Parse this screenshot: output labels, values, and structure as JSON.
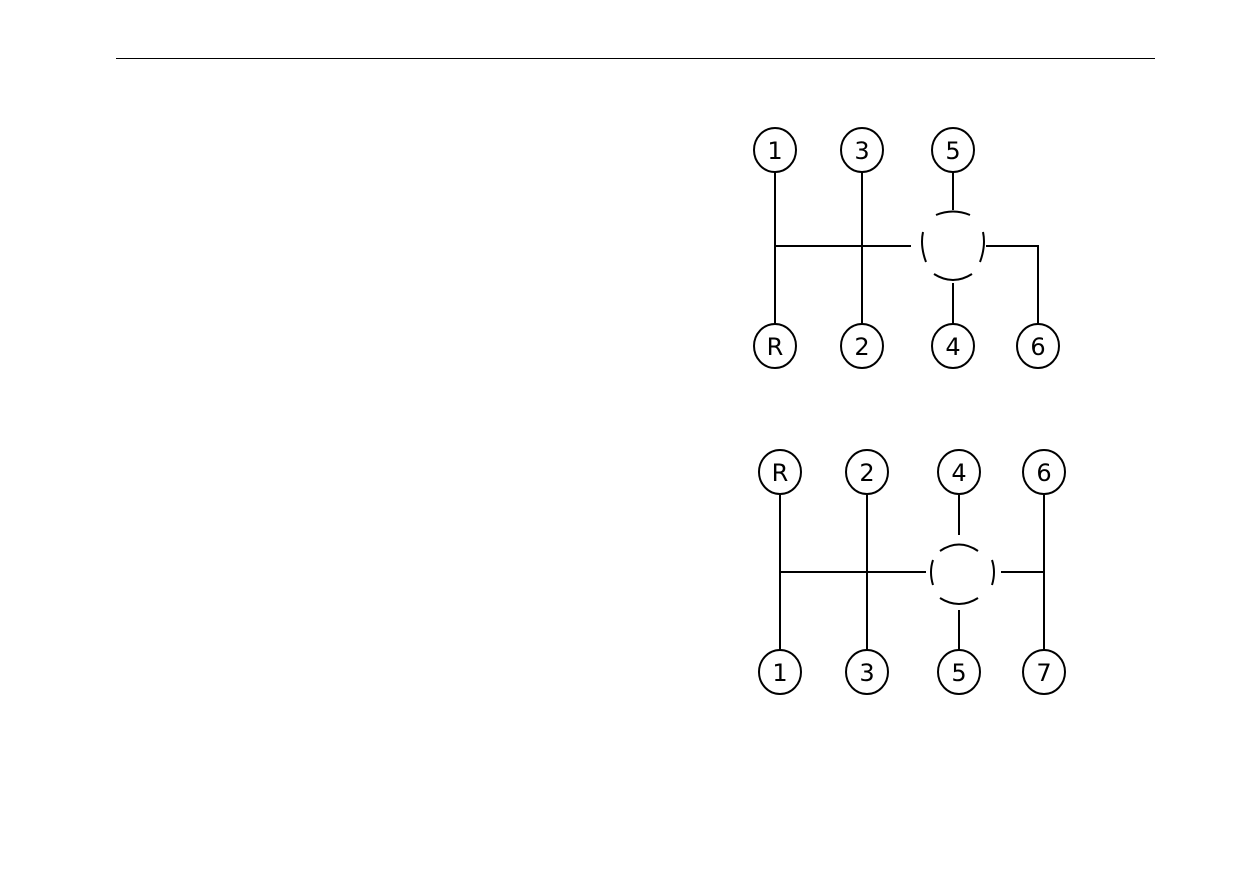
{
  "diagrams": [
    {
      "id": "six-speed",
      "top_row": [
        "1",
        "3",
        "5"
      ],
      "bottom_row": [
        "R",
        "2",
        "4",
        "6"
      ]
    },
    {
      "id": "seven-speed",
      "top_row": [
        "R",
        "2",
        "4",
        "6"
      ],
      "bottom_row": [
        "1",
        "3",
        "5",
        "7"
      ]
    }
  ],
  "colors": {
    "line": "#000000",
    "background": "#ffffff"
  }
}
